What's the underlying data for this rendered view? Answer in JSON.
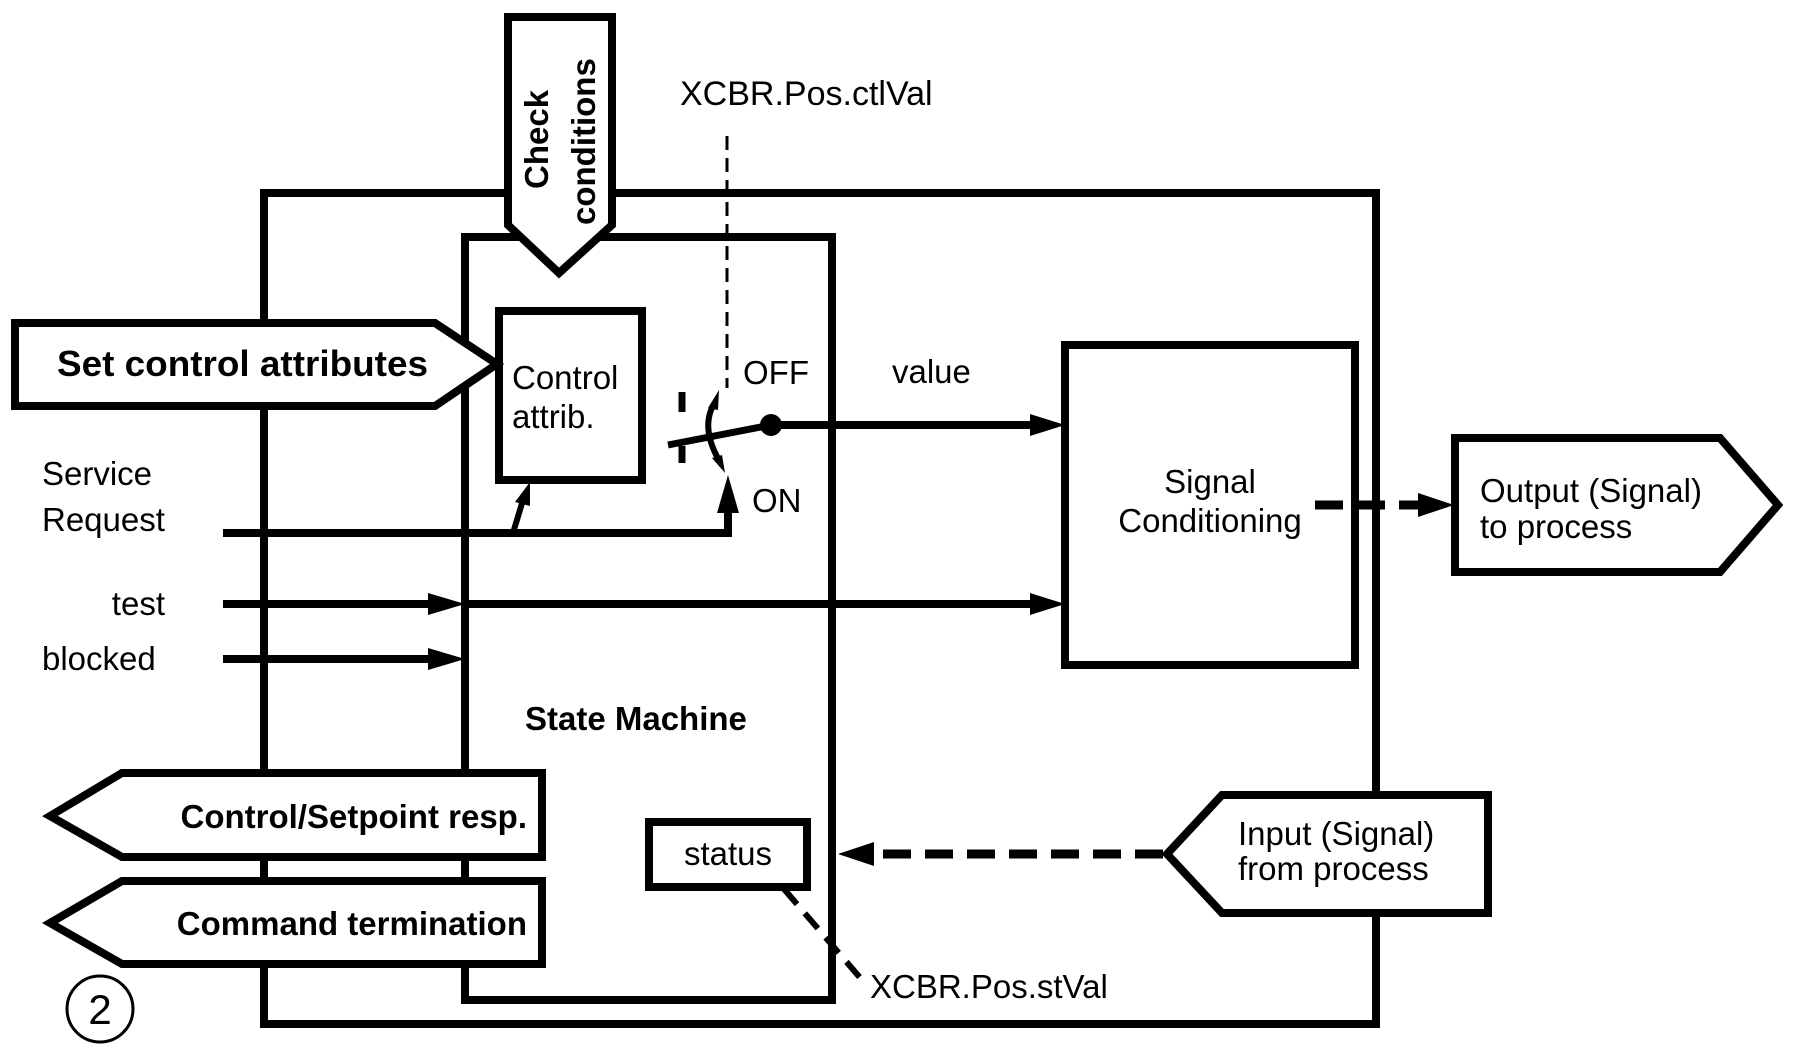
{
  "figure": {
    "marker": "2",
    "colors": {
      "stroke": "#000000",
      "background": "#ffffff"
    }
  },
  "blocks": {
    "check_conditions": {
      "line1": "Check",
      "line2": "conditions"
    },
    "set_control_attributes": "Set control attributes",
    "control_attrib": {
      "line1": "Control",
      "line2": "attrib."
    },
    "state_machine": "State Machine",
    "status": "status",
    "signal_conditioning": {
      "line1": "Signal",
      "line2": "Conditioning"
    },
    "output": {
      "line1": "Output (Signal)",
      "line2": "to process"
    },
    "input": {
      "line1": "Input (Signal)",
      "line2": "from process"
    },
    "control_setpoint_resp": "Control/Setpoint resp.",
    "command_termination": "Command termination"
  },
  "signals": {
    "service_request": {
      "line1": "Service",
      "line2": "Request"
    },
    "test": "test",
    "blocked": "blocked",
    "value": "value"
  },
  "switch": {
    "off_label": "OFF",
    "on_label": "ON"
  },
  "data_attributes": {
    "ctl_val": "XCBR.Pos.ctlVal",
    "st_val": "XCBR.Pos.stVal"
  }
}
